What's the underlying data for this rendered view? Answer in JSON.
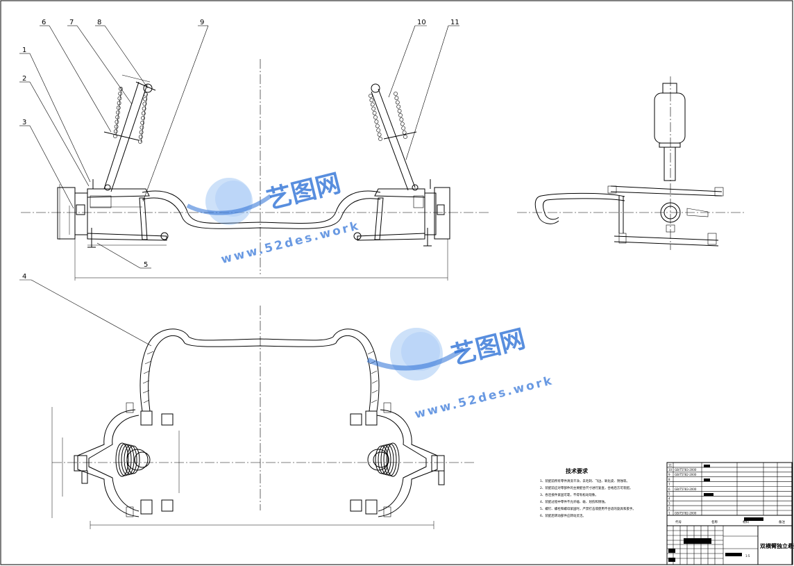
{
  "balloons": [
    {
      "id": "1",
      "label": "1"
    },
    {
      "id": "2",
      "label": "2"
    },
    {
      "id": "3",
      "label": "3"
    },
    {
      "id": "4",
      "label": "4"
    },
    {
      "id": "5",
      "label": "5"
    },
    {
      "id": "6",
      "label": "6"
    },
    {
      "id": "7",
      "label": "7"
    },
    {
      "id": "8",
      "label": "8"
    },
    {
      "id": "9",
      "label": "9"
    },
    {
      "id": "10",
      "label": "10"
    },
    {
      "id": "11",
      "label": "11"
    }
  ],
  "watermark": {
    "chinese": "艺图网",
    "url": "www.52des.work",
    "color": "#2a6fd6"
  },
  "tech_requirements": {
    "title": "技术要求",
    "items": [
      "1、装配前所有零件清洗干净，去毛刺、飞边、氧化皮、锈蚀等。",
      "2、装配前应对零部件的主要配合尺寸进行复查，合格后方可装配。",
      "3、各连接件紧固可靠，不得有松动现象。",
      "4、装配过程中零件不允许磕、碰、划伤和锈蚀。",
      "5、螺钉、螺栓和螺母紧固时，严禁打击或使用不合适的旋具和扳手。",
      "6、装配后转动部件应转动灵活。"
    ]
  },
  "title_block": {
    "headers": {
      "code": "代号",
      "name": "名称",
      "material": "材料",
      "remark": "备注"
    },
    "rows": [
      {
        "no": "11",
        "code": ""
      },
      {
        "no": "10",
        "code": "GB/T5783-2000"
      },
      {
        "no": "9",
        "code": "GB/T5782-2000"
      },
      {
        "no": "8",
        "code": ""
      },
      {
        "no": "7",
        "code": ""
      },
      {
        "no": "6",
        "code": "GB/T5783-2000"
      },
      {
        "no": "5",
        "code": ""
      },
      {
        "no": "4",
        "code": ""
      },
      {
        "no": "3",
        "code": ""
      },
      {
        "no": "2",
        "code": ""
      },
      {
        "no": "1",
        "code": "GB/T5782-2000"
      }
    ],
    "drawing_name": "双横臂独立悬架",
    "scale": "1:5"
  }
}
